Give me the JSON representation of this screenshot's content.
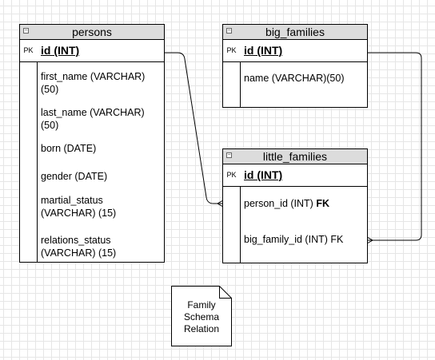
{
  "tables": {
    "persons": {
      "name": "persons",
      "pk_label": "PK",
      "pk_field": "id (INT)",
      "fields": [
        {
          "line1": "first_name (VARCHAR)",
          "line2": "(50)"
        },
        {
          "line1": "last_name (VARCHAR)",
          "line2": "(50)"
        },
        {
          "line1": "born (DATE)",
          "line2": ""
        },
        {
          "line1": "gender (DATE)",
          "line2": ""
        },
        {
          "line1": "martial_status",
          "line2": "(VARCHAR) (15)"
        },
        {
          "line1": "relations_status",
          "line2": "(VARCHAR) (15)"
        }
      ]
    },
    "big_families": {
      "name": "big_families",
      "pk_label": "PK",
      "pk_field": "id (INT)",
      "fields": [
        {
          "line1": "name (VARCHAR)(50)"
        }
      ]
    },
    "little_families": {
      "name": "little_families",
      "pk_label": "PK",
      "pk_field": "id (INT)",
      "fields": [
        {
          "text": "person_id (INT) ",
          "tag": "FK"
        },
        {
          "text": "big_family_id (INT) FK"
        }
      ]
    }
  },
  "note": {
    "line1": "Family",
    "line2": "Schema",
    "line3": "Relation"
  },
  "icons": {
    "collapse": "collapse-toggle-icon",
    "note": "note-shape-icon"
  },
  "colors": {
    "header": "#dcdcdc",
    "grid": "#e6e6e6",
    "border": "#000000"
  }
}
